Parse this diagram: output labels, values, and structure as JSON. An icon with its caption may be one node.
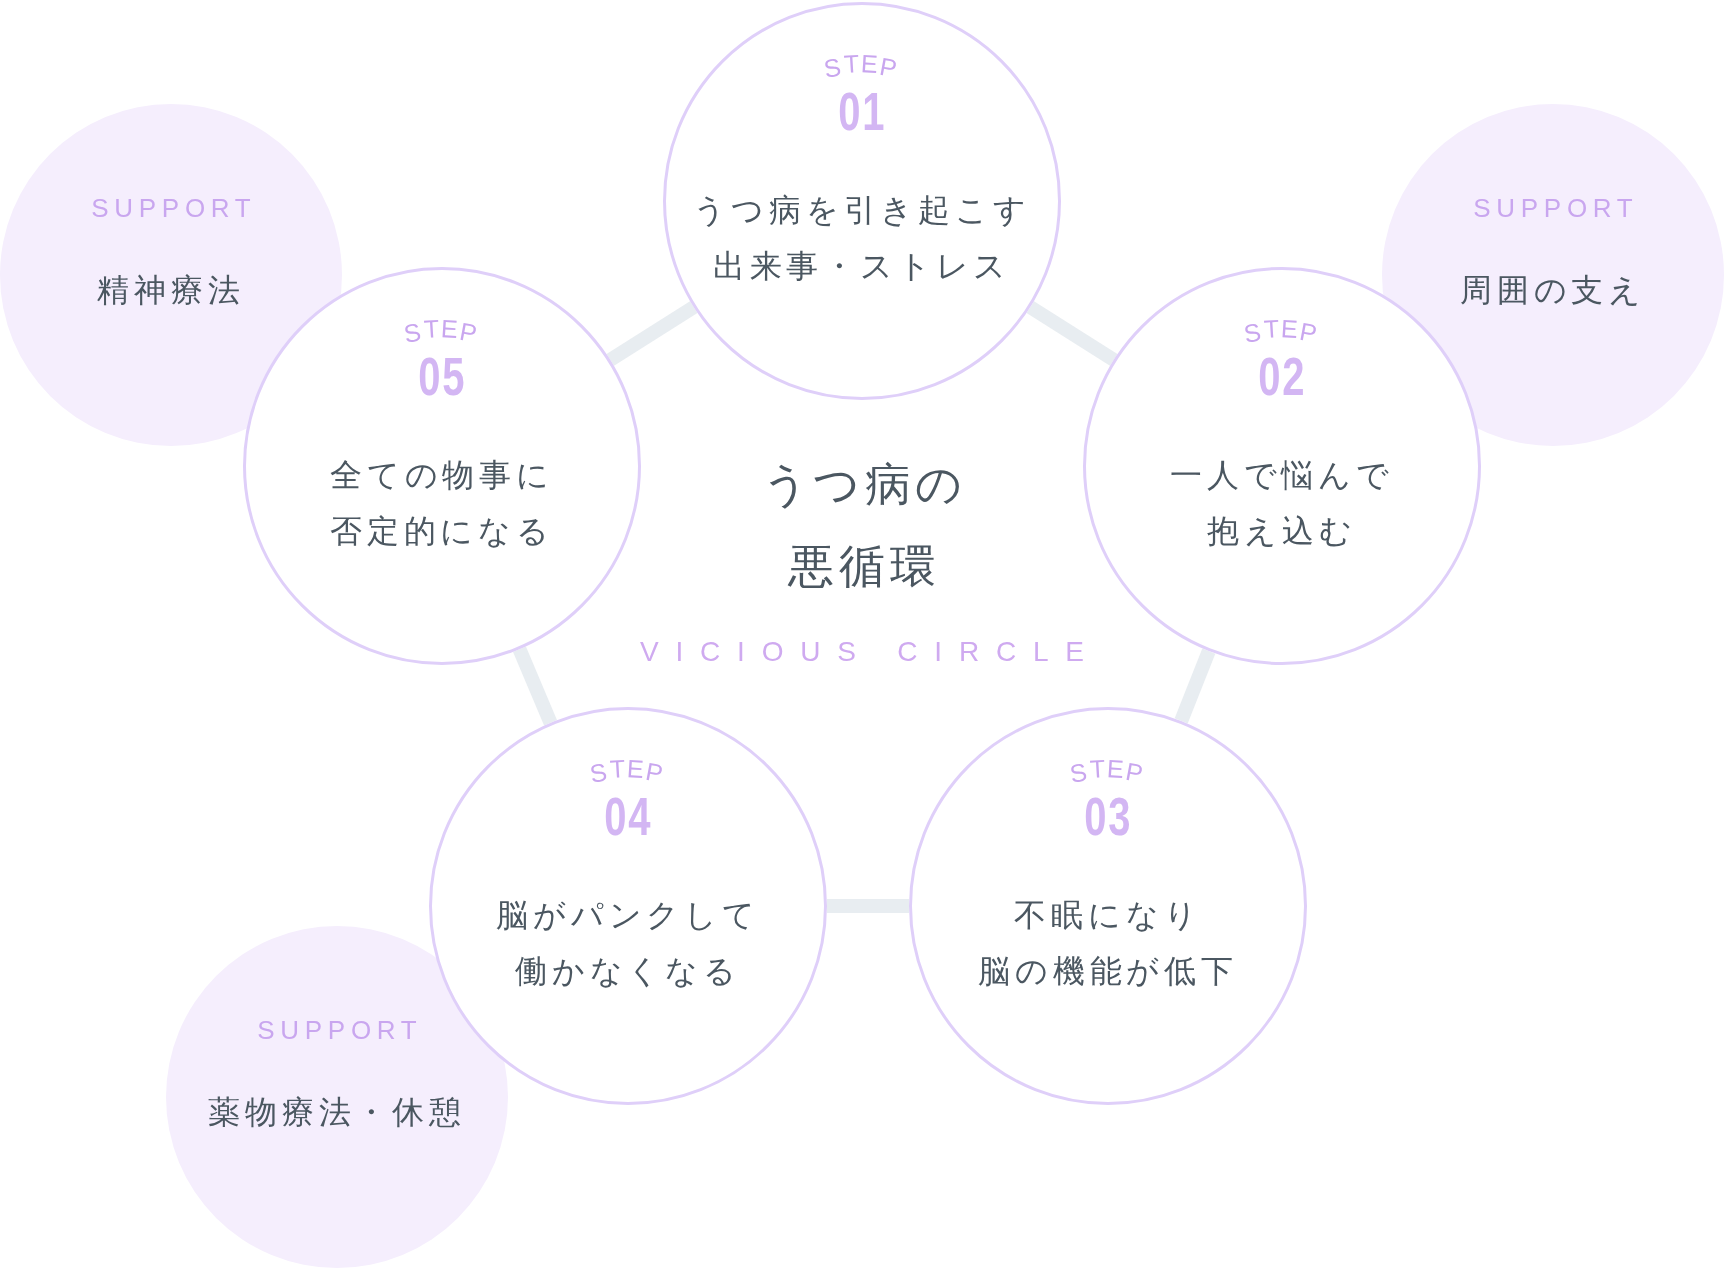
{
  "diagram": {
    "title": "うつ病の悪循環",
    "nodes": [
      {
        "text": [
          "STEP",
          "01",
          "うつ病を引き起こす出来事・ストレス"
        ]
      },
      {
        "text": [
          "STEP",
          "02",
          "一人で悩んで抱え込む"
        ]
      },
      {
        "text": [
          "STEP",
          "03",
          "不眠になり脳の機能が低下"
        ]
      },
      {
        "text": [
          "STEP",
          "04",
          "脳がパンクして働かなくなる"
        ]
      },
      {
        "text": [
          "STEP",
          "05",
          "全ての物事に否定的になる"
        ]
      },
      {
        "text": [
          "SUPPORT",
          "精神療法"
        ]
      },
      {
        "text": [
          "SUPPORT",
          "周囲の支え"
        ]
      },
      {
        "text": [
          "SUPPORT",
          "薬物療法・休憩"
        ]
      }
    ],
    "edges": [
      {
        "from": 0,
        "to": 1,
        "arrow": "none"
      },
      {
        "from": 1,
        "to": 2,
        "arrow": "none"
      },
      {
        "from": 2,
        "to": 3,
        "arrow": "none"
      },
      {
        "from": 3,
        "to": 4,
        "arrow": "none"
      },
      {
        "from": 4,
        "to": 0,
        "arrow": "none"
      }
    ],
    "labels": [
      "VICIOUS CIRCLE"
    ]
  }
}
